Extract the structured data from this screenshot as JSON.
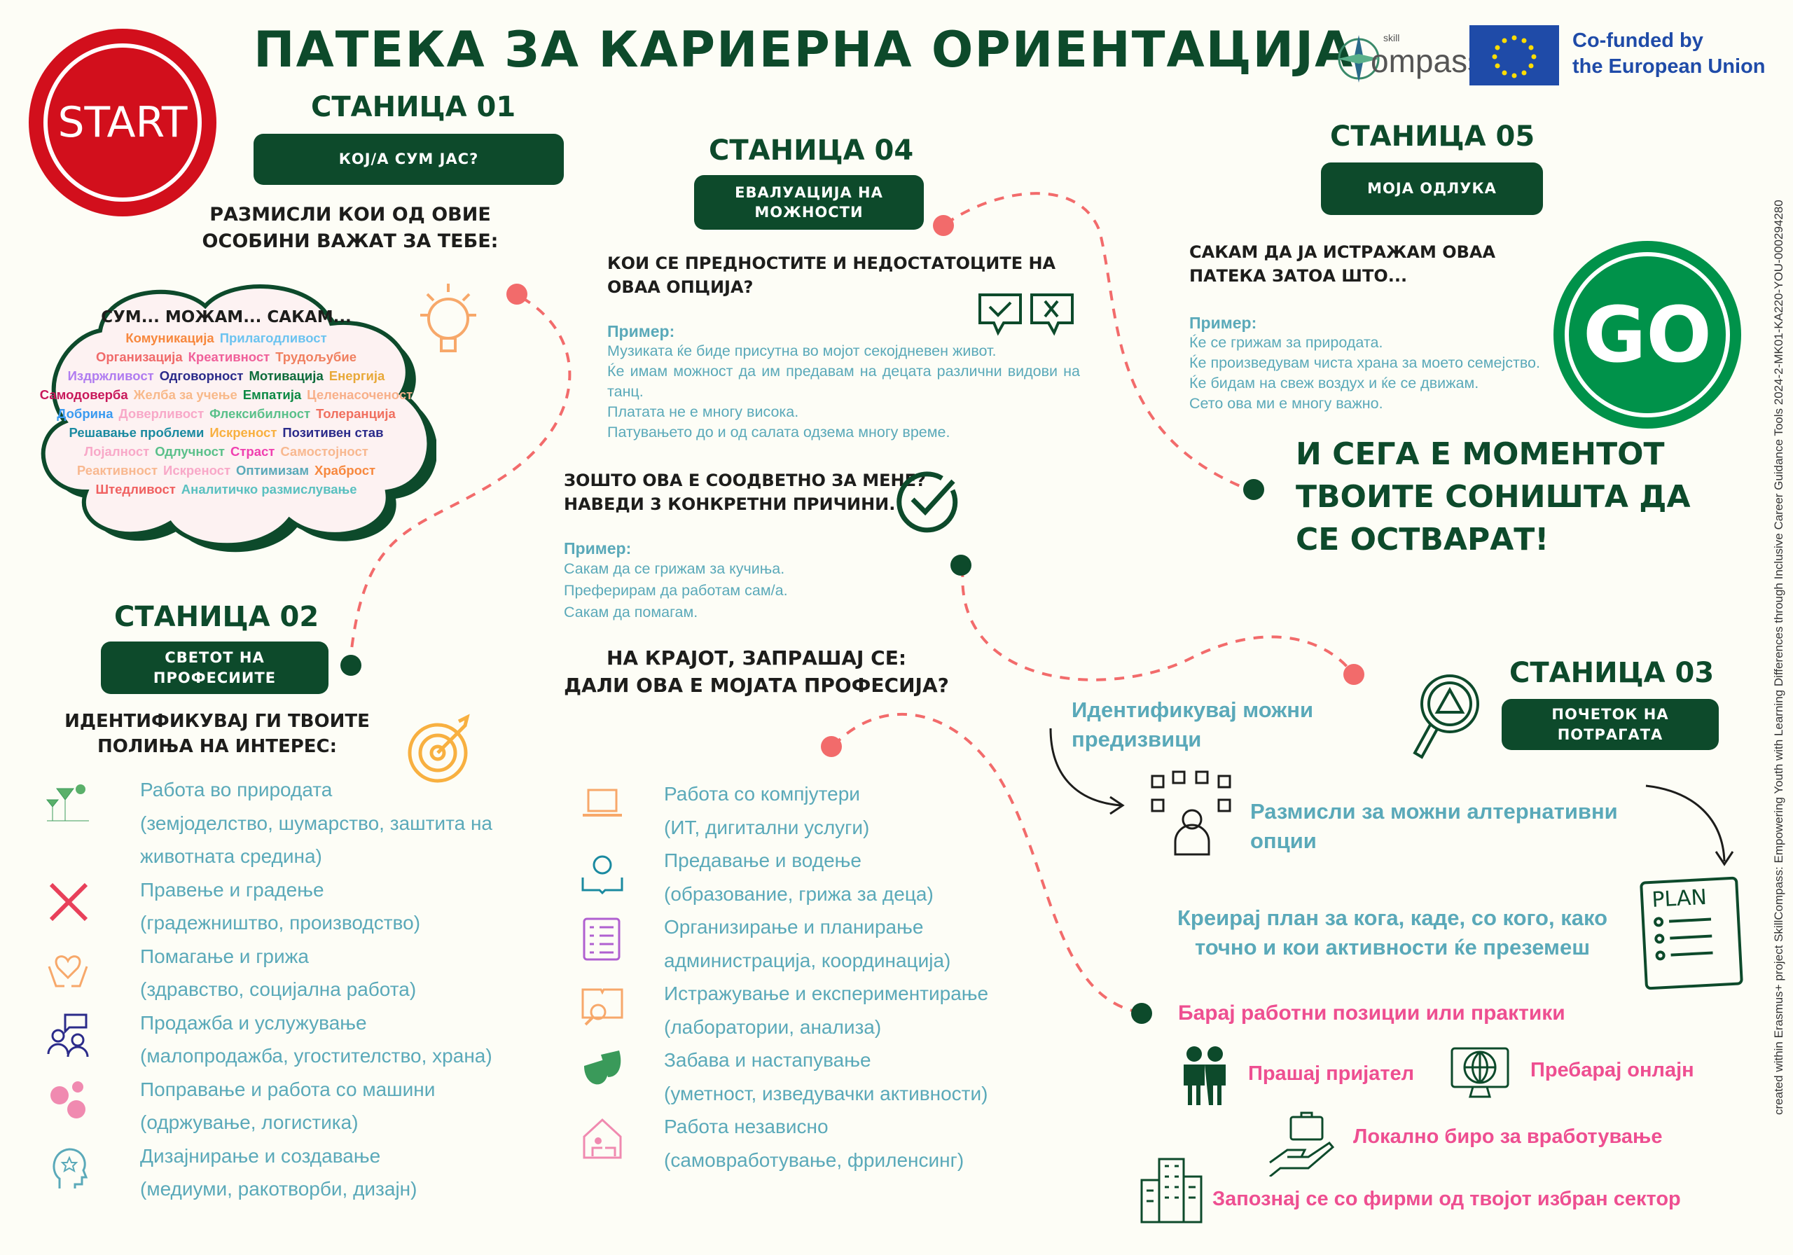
{
  "title": "ПАТЕКА ЗА КАРИЕРНА ОРИЕНТАЦИЈА",
  "start_label": "START",
  "go_label": "GO",
  "logo": {
    "small": "skill",
    "name": "ompass",
    "eu_line1": "Co-funded by",
    "eu_line2": "the European Union"
  },
  "footer_note": "created within Erasmus+ project SkillCompass: Empowering Youth with Learning Differences through Inclusive Career Guidance Tools 2024-2-MK01-KA220-YOU-000294280",
  "colors": {
    "dark_green": "#0d4a2b",
    "teal": "#5aa9b9",
    "pink": "#ee4f91",
    "red_dot": "#f26b6b",
    "start_red": "#d20f1c",
    "go_green": "#00924a"
  },
  "station1": {
    "title": "СТАНИЦА 01",
    "button": "КОЈ/А СУМ ЈАС?",
    "prompt_line1": "РАЗМИСЛИ КОИ ОД ОВИЕ",
    "prompt_line2": "ОСОБИНИ ВАЖАТ ЗА ТЕБЕ:",
    "cloud_heading": "СУМ... МОЖАМ... САКАМ...",
    "traits": [
      [
        {
          "t": "Комуникација",
          "c": "#f7883e"
        },
        {
          "t": "Прилагодливост",
          "c": "#6cc3f0"
        }
      ],
      [
        {
          "t": "Организација",
          "c": "#f06a6a"
        },
        {
          "t": "Креативност",
          "c": "#f0609a"
        },
        {
          "t": "Трудољубие",
          "c": "#f08060"
        }
      ],
      [
        {
          "t": "Издржливост",
          "c": "#b07cf0"
        },
        {
          "t": "Одговорност",
          "c": "#2b2b8a"
        },
        {
          "t": "Мотивација",
          "c": "#0d6b3a"
        },
        {
          "t": "Енергија",
          "c": "#e8a93a"
        }
      ],
      [
        {
          "t": "Самодоверба",
          "c": "#c8185a"
        },
        {
          "t": "Желба за учење",
          "c": "#f8b98a"
        },
        {
          "t": "Емпатија",
          "c": "#0d8a45"
        },
        {
          "t": "Целенасоченост",
          "c": "#f8b08a"
        }
      ],
      [
        {
          "t": "Добрина",
          "c": "#3a9af0"
        },
        {
          "t": "Доверливост",
          "c": "#f8a8c8"
        },
        {
          "t": "Флексибилност",
          "c": "#5ac08a"
        },
        {
          "t": "Толеранција",
          "c": "#f07060"
        }
      ],
      [
        {
          "t": "Решавање проблеми",
          "c": "#1a8aa0"
        },
        {
          "t": "Искреност",
          "c": "#f8b040"
        },
        {
          "t": "Позитивен став",
          "c": "#2b2b8a"
        }
      ],
      [
        {
          "t": "Лојалност",
          "c": "#f8a8c8"
        },
        {
          "t": "Одлучност",
          "c": "#5ac08a"
        },
        {
          "t": "Страст",
          "c": "#f040b0"
        },
        {
          "t": "Самостојност",
          "c": "#f8b890"
        }
      ],
      [
        {
          "t": "Реактивност",
          "c": "#f8b890"
        },
        {
          "t": "Искреност",
          "c": "#f8a8c8"
        },
        {
          "t": "Оптимизам",
          "c": "#5aa9b9"
        },
        {
          "t": "Храброст",
          "c": "#f7883e"
        }
      ],
      [
        {
          "t": "Штедливост",
          "c": "#f06060"
        },
        {
          "t": "Аналитичко размислување",
          "c": "#5ac0c0"
        }
      ]
    ]
  },
  "station2": {
    "title": "СТАНИЦА 02",
    "button": "СВЕТОТ НА ПРОФЕСИИТЕ",
    "prompt_line1": "ИДЕНТИФИКУВАЈ ГИ ТВОИТЕ",
    "prompt_line2": "ПОЛИЊА НА ИНТЕРЕС:",
    "left": [
      {
        "icon": "nature-icon",
        "l1": "Работа во природата",
        "l2": "(земјоделство, шумарство, заштита на",
        "l3": "животната средина)"
      },
      {
        "icon": "tools-icon",
        "l1": "Правење и градење",
        "l2": "(градежништво, производство)"
      },
      {
        "icon": "heart-hands-icon",
        "l1": "Помагање и грижа",
        "l2": "(здравство, социјална работа)"
      },
      {
        "icon": "people-chat-icon",
        "l1": "Продажба и услужување",
        "l2": "(малопродажба, угостителство, храна)"
      },
      {
        "icon": "gears-icon",
        "l1": "Поправање и работа со машини",
        "l2": "(одржување, логистика)"
      },
      {
        "icon": "idea-head-icon",
        "l1": "Дизајнирање и создавање",
        "l2": "(медиуми, ракотворби, дизајн)"
      }
    ],
    "right": [
      {
        "icon": "laptop-icon",
        "l1": "Работа со компјутери",
        "l2": "(ИТ, дигитални услуги)"
      },
      {
        "icon": "book-bulb-icon",
        "l1": "Предавање и водење",
        "l2": "(образование, грижа за деца)"
      },
      {
        "icon": "checklist-icon",
        "l1": "Организирање и планирање",
        "l2": " администрација, координација)"
      },
      {
        "icon": "book-magnifier-icon",
        "l1": "Истражување и експериментирање",
        "l2": "(лаборатории, анализа)"
      },
      {
        "icon": "theater-masks-icon",
        "l1": "Забава и настапување",
        "l2": "(уметност, изведувачки активности)"
      },
      {
        "icon": "home-office-icon",
        "l1": "Работа независно",
        "l2": "(самовработување, фриленсинг)"
      }
    ]
  },
  "station3": {
    "title": "СТАНИЦА 03",
    "button": "ПОЧЕТОК НА ПОТРАГАТА",
    "step1": "Идентификувај можни предизвици",
    "step2": "Размисли за можни алтернативни опции",
    "step3": "Креирај план за кога, каде, со кого, како точно и кои активности ќе преземеш",
    "search_heading": "Барај работни позиции или практики",
    "ask_friend": "Прашај пријател",
    "search_online": "Пребарај онлајн",
    "employment_office": "Локално биро за вработување",
    "meet_companies": "Запознај се со фирми од твојот избран сектор",
    "plan_label": "PLAN"
  },
  "station4": {
    "title": "СТАНИЦА 04",
    "button": "ЕВАЛУАЦИЈА НА МОЖНОСТИ",
    "q1": "КОИ СЕ ПРЕДНОСТИТЕ И НЕДОСТАТОЦИТЕ НА ОВАА ОПЦИЈА?",
    "example_label": "Пример:",
    "ex1": [
      "Музиката ќе биде присутна во мојот секојдневен живот.",
      "Ќе имам можност да им предавам на децата различни видови на танц.",
      "Платата не е многу висока.",
      "Патувањето до и од салата одзема многу време."
    ],
    "q2_line1": "ЗОШТО ОВА Е СООДВЕТНО ЗА МЕНЕ?",
    "q2_line2": "НАВЕДИ 3 КОНКРЕТНИ ПРИЧИНИ.",
    "ex2": [
      "Сакам да се грижам за кучиња.",
      "Преферирам да работам сам/а.",
      "Сакам да помагам."
    ],
    "final_line1": "НА КРАЈОТ, ЗАПРАШАЈ СЕ:",
    "final_line2": "ДАЛИ ОВА Е МОЈАТА ПРОФЕСИЈА?"
  },
  "station5": {
    "title": "СТАНИЦА 05",
    "button": "МОЈА ОДЛУКА",
    "q": "САКАМ ДА ЈА ИСТРАЖАМ ОВАА ПАТЕКА ЗАТОА ШТО...",
    "example_label": "Пример:",
    "ex": [
      "Ќе се грижам за природата.",
      "Ќе произведувам чиста храна за моето семејство.",
      "Ќе бидам на свеж воздух и ќе се движам.",
      "Сето ова ми е многу важно."
    ],
    "slogan": [
      "И СЕГА Е МОМЕНТОТ",
      "ТВОИТЕ СОНИШТА ДА",
      "СЕ ОСТВАРАТ!"
    ]
  }
}
